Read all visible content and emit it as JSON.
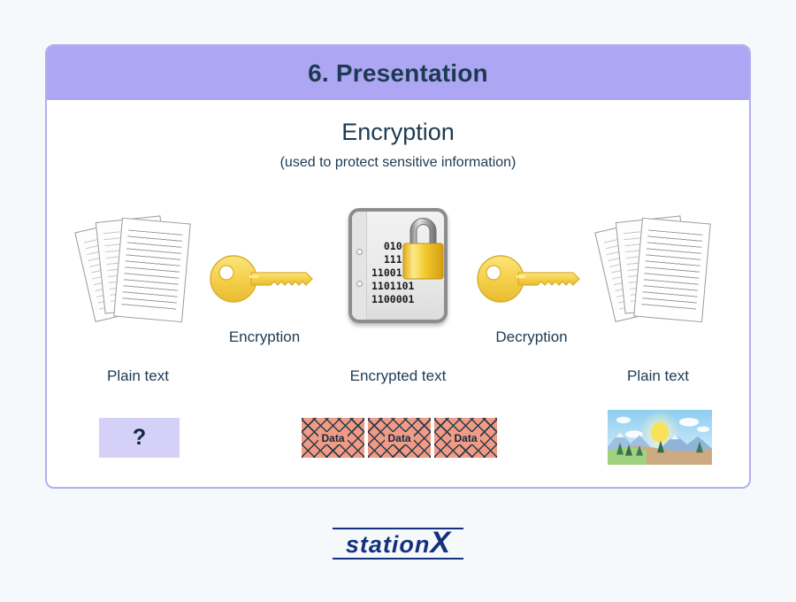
{
  "page": {
    "background_color": "#f5f9fc"
  },
  "card": {
    "header": {
      "title": "6. Presentation",
      "background_color": "#ada6f2",
      "text_color": "#1d3a52"
    },
    "border_color": "#b5aef0",
    "body": {
      "title": "Encryption",
      "subtitle": "(used to protect sensitive information)"
    }
  },
  "diagram": {
    "nodes": [
      {
        "id": "plain-text-left",
        "art": "paper-stack-icon",
        "caption_top": "",
        "caption_bottom": "Plain text"
      },
      {
        "id": "encryption-key",
        "art": "key-icon",
        "caption_top": "Encryption",
        "caption_bottom": ""
      },
      {
        "id": "encrypted-text",
        "art": "locked-document-icon",
        "caption_top": "",
        "caption_bottom": "Encrypted text"
      },
      {
        "id": "decryption-key",
        "art": "key-icon",
        "caption_top": "Decryption",
        "caption_bottom": ""
      },
      {
        "id": "plain-text-right",
        "art": "paper-stack-icon",
        "caption_top": "",
        "caption_bottom": "Plain text"
      }
    ],
    "encrypted_document": {
      "binary_lines": [
        "010",
        "111",
        "1100110",
        "1101101",
        "1100001"
      ],
      "padlock_color": "#e8b925",
      "frame_color": "#8d8d8d"
    },
    "key_color": "#f5d34f"
  },
  "artifacts": {
    "question_box": {
      "label": "?",
      "background_color": "#d5d0f7",
      "text_color": "#13293d"
    },
    "data_tiles": [
      {
        "label": "Data"
      },
      {
        "label": "Data"
      },
      {
        "label": "Data"
      }
    ],
    "data_tile_color": "#ef9b85",
    "photo": {
      "alt": "landscape-thumbnail",
      "sky_color": "#a8d8f0",
      "sun_color": "#f7e259",
      "mountain_color": "#8fb3d9",
      "grass_color": "#9fd17f",
      "ground_color": "#cdab82"
    }
  },
  "footer": {
    "logo_text_main": "station",
    "logo_text_accent": "X",
    "logo_color": "#15307c"
  }
}
